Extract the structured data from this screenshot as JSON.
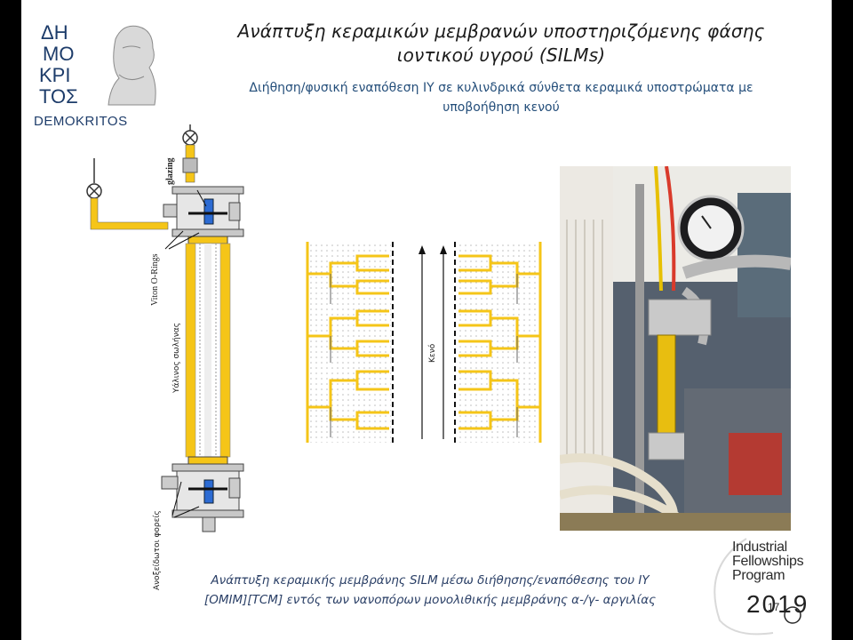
{
  "slide": {
    "title_line1": "Ανάπτυξη κεραμικών μεμβρανών υποστηριζόμενης φάσης",
    "title_line2": "ιοντικού υγρού (SILMs)",
    "subtitle_line1": "Διήθηση/φυσική εναπόθεση ΙΥ σε κυλινδρικά σύνθετα κεραμικά υποστρώματα με",
    "subtitle_line2": "υποβοήθηση κενού",
    "caption_line1": "Ανάπτυξη κεραμικής μεμβράνης SILM μέσω διήθησης/εναπόθεσης του ΙΥ",
    "caption_line2": "[OMIM][TCM] εντός των νανοπόρων μονολιθικής μεμβράνης α-/γ- αργιλίας",
    "page_number": "17"
  },
  "logo": {
    "text": "DEMOKRITOS",
    "monogram": [
      "ΔΗ",
      "ΜΟ",
      "ΚΡΙ",
      "ΤΟΣ"
    ]
  },
  "diagram": {
    "label_glazing": "glazing",
    "label_orings": "Viton O-Rings",
    "label_tube": "Υάλινος σωλήνας",
    "label_carriers": "Ανοξείδωτοι φορείς",
    "label_vacuum": "Κενό"
  },
  "badge": {
    "line1": "Industrial",
    "line2": "Fellowships",
    "line3": "Program",
    "year": "2019"
  },
  "colors": {
    "accent_yellow": "#f5c518",
    "title_text": "#1b1b1b",
    "subtitle_text": "#244e7a",
    "logo_blue": "#1d3c6a"
  }
}
